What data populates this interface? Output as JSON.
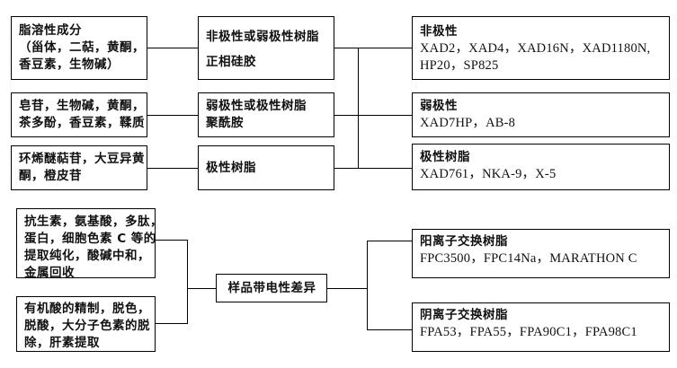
{
  "diagram": {
    "title": "",
    "stroke_color": "#000000",
    "background_color": "#ffffff",
    "top_section": {
      "rows": [
        {
          "source": {
            "lines": [
              "脂溶性成分",
              "（甾体，二萜，黄酮，",
              "香豆素，生物碱）"
            ]
          },
          "method": {
            "lines": [
              "非极性或弱极性树脂",
              "正相硅胶"
            ]
          },
          "result": {
            "lines": [
              "非极性",
              "XAD2，XAD4，XAD16N，XAD1180N,",
              "HP20，SP825"
            ]
          }
        },
        {
          "source": {
            "lines": [
              "皂苷，生物碱，黄酮，",
              "茶多酚，香豆素，鞣质"
            ]
          },
          "method": {
            "lines": [
              "弱极性或极性树脂",
              "聚酰胺"
            ]
          },
          "result": {
            "lines": [
              "弱极性",
              "XAD7HP，AB-8"
            ]
          }
        },
        {
          "source": {
            "lines": [
              "环烯醚萜苷，大豆异黄",
              "酮，橙皮苷"
            ]
          },
          "method": {
            "lines": [
              "极性树脂"
            ]
          },
          "result": {
            "lines": [
              "极性树脂",
              "XAD761，NKA-9，X-5"
            ]
          }
        }
      ]
    },
    "bottom_section": {
      "sources": [
        {
          "lines": [
            "抗生素，氨基酸，多肽，",
            "蛋白，细胞色素 C 等的",
            "提取纯化，酸碱中和，",
            "金属回收"
          ]
        },
        {
          "lines": [
            "有机酸的精制，脱色，",
            "脱酸，大分子色素的脱",
            "除，肝素提取"
          ]
        }
      ],
      "hub": {
        "lines": [
          "样品带电性差异"
        ]
      },
      "results": [
        {
          "lines": [
            "阳离子交换树脂",
            "FPC3500，FPC14Na，MARATHON C"
          ]
        },
        {
          "lines": [
            "阴离子交换树脂",
            "FPA53，FPA55，FPA90C1，FPA98C1"
          ]
        }
      ]
    }
  }
}
